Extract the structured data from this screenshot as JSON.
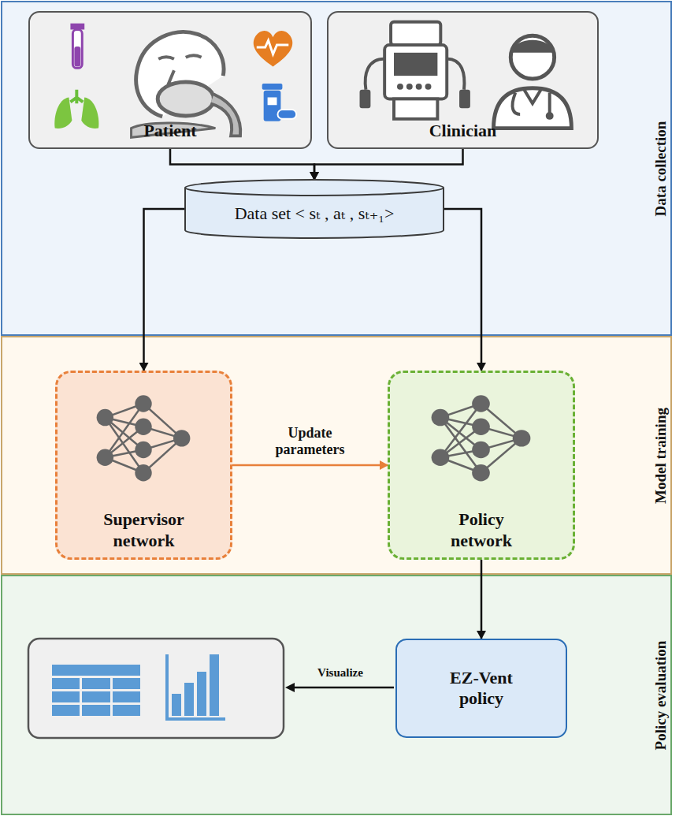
{
  "diagram": {
    "nodes": [
      {
        "text": [
          "Data collection"
        ]
      },
      {
        "text": [
          "Patient"
        ],
        "in": 0
      },
      {
        "text": [
          "Clinician"
        ],
        "in": 0
      },
      {
        "text": [
          "Data set < sₜ , aₜ , sₜ₊₁>"
        ],
        "in": 0
      },
      {
        "text": [
          "Model training"
        ]
      },
      {
        "text": [
          "Supervisor network"
        ],
        "in": 4
      },
      {
        "text": [
          "Policy network"
        ],
        "in": 4
      },
      {
        "text": [
          "Policy evaluation"
        ]
      },
      {
        "text": [
          "EZ-Vent policy"
        ],
        "in": 7
      }
    ],
    "edges": [
      {
        "from": 1,
        "to": 3,
        "arrow": "to"
      },
      {
        "from": 2,
        "to": 3,
        "arrow": "to"
      },
      {
        "from": 3,
        "to": 5,
        "arrow": "to"
      },
      {
        "from": 3,
        "to": 6,
        "arrow": "to"
      },
      {
        "from": 5,
        "to": 6,
        "label": "Update parameters",
        "arrow": "to"
      },
      {
        "from": 6,
        "to": 8,
        "arrow": "to"
      }
    ],
    "labels": [
      "Visualize"
    ]
  }
}
